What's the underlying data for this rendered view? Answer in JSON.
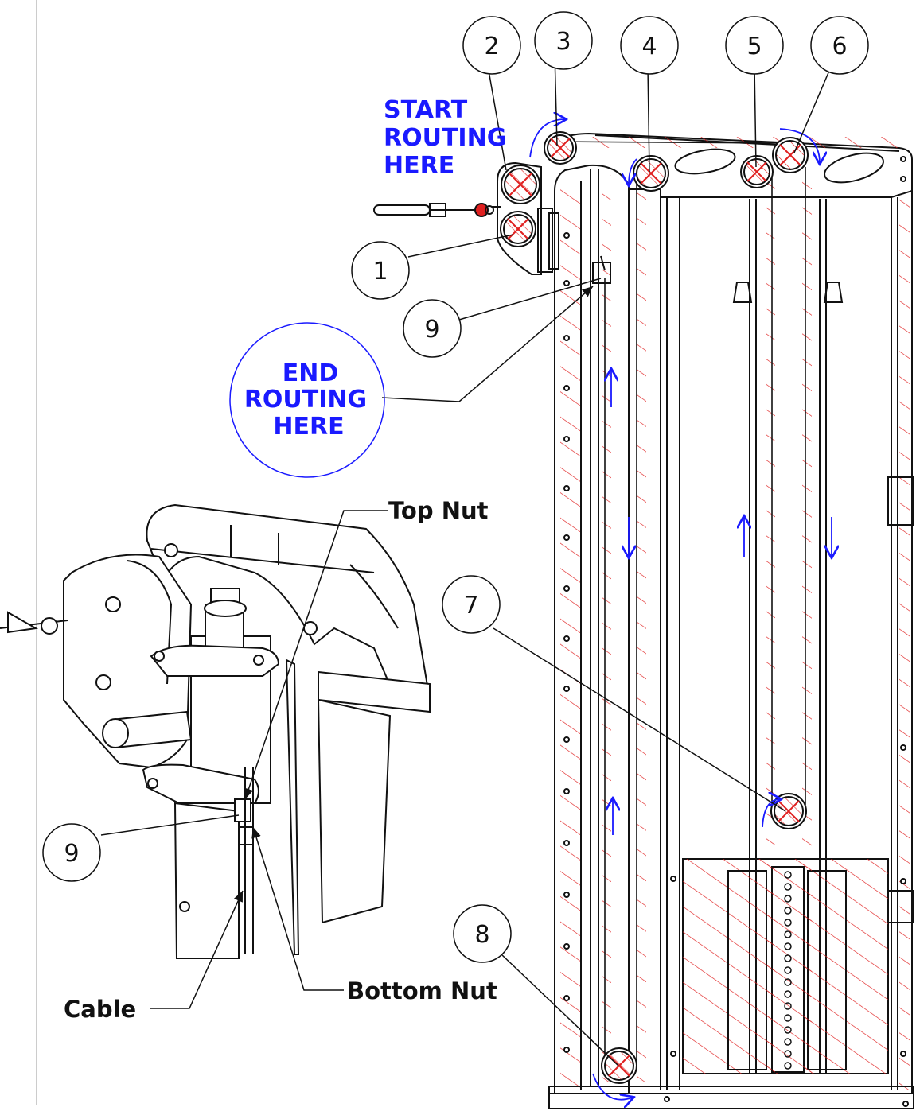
{
  "callouts": [
    {
      "id": "1",
      "text": "1"
    },
    {
      "id": "2",
      "text": "2"
    },
    {
      "id": "3",
      "text": "3"
    },
    {
      "id": "4",
      "text": "4"
    },
    {
      "id": "5",
      "text": "5"
    },
    {
      "id": "6",
      "text": "6"
    },
    {
      "id": "7",
      "text": "7"
    },
    {
      "id": "8",
      "text": "8"
    },
    {
      "id": "9a",
      "text": "9"
    },
    {
      "id": "9b",
      "text": "9"
    }
  ],
  "routing": {
    "start": [
      "START",
      "ROUTING",
      "HERE"
    ],
    "end": [
      "END",
      "ROUTING",
      "HERE"
    ]
  },
  "labels": {
    "top_nut": "Top Nut",
    "bottom_nut": "Bottom Nut",
    "cable": "Cable"
  },
  "colors": {
    "cable_route": "#1a1aff",
    "hatch": "#e02020",
    "line": "#111111",
    "margin_rule": "#cccccc"
  }
}
